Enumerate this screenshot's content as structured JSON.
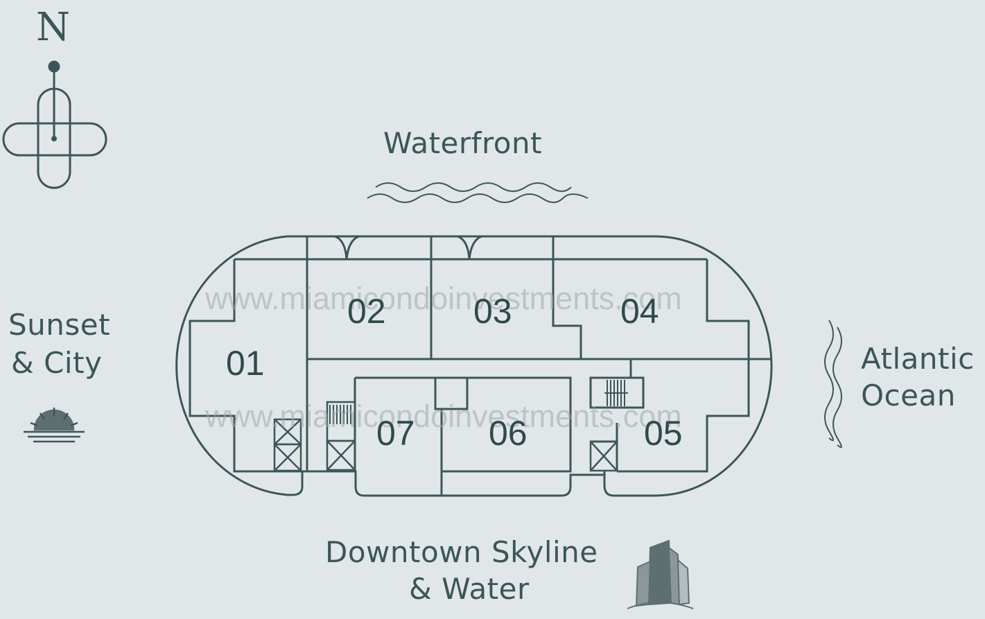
{
  "compass": {
    "letter": "N"
  },
  "directions": {
    "north": "Waterfront",
    "west_line1": "Sunset",
    "west_line2": "& City",
    "east_line1": "Atlantic",
    "east_line2": "Ocean",
    "south_line1": "Downtown Skyline",
    "south_line2": "& Water"
  },
  "units": [
    "01",
    "02",
    "03",
    "04",
    "05",
    "06",
    "07"
  ],
  "watermark": "www.miamicondoinvestments.com",
  "colors": {
    "background": "#e1e7e9",
    "line": "#3b5658",
    "watermark": "#a0a8aa"
  }
}
